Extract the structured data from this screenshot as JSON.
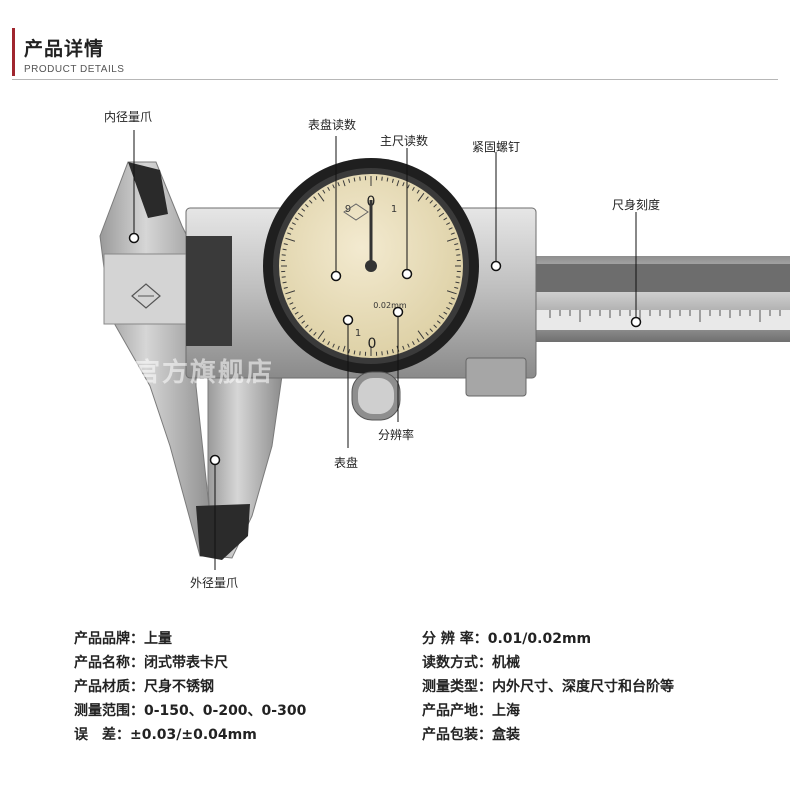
{
  "header": {
    "title": "产品详情",
    "subtitle": "PRODUCT DETAILS"
  },
  "watermark": {
    "text": "大虹官方旗舰店"
  },
  "dial": {
    "top_numbers": [
      "0",
      "9",
      "1"
    ],
    "label": "0.02mm",
    "bottom_numbers": [
      "1",
      "0"
    ]
  },
  "callouts": {
    "inner_jaw": "内径量爪",
    "dial_reading": "表盘读数",
    "main_scale_reading": "主尺读数",
    "lock_screw": "紧固螺钉",
    "beam_scale": "尺身刻度",
    "resolution": "分辨率",
    "dial": "表盘",
    "outer_jaw": "外径量爪"
  },
  "specs": {
    "left": [
      {
        "label": "产品品牌：",
        "value": "上量"
      },
      {
        "label": "产品名称：",
        "value": "闭式带表卡尺"
      },
      {
        "label": "产品材质：",
        "value": "尺身不锈钢"
      },
      {
        "label": "测量范围：",
        "value": "0-150、0-200、0-300"
      },
      {
        "label": "误　差：",
        "value": "±0.03/±0.04mm"
      }
    ],
    "right": [
      {
        "label": "分 辨 率：",
        "value": "0.01/0.02mm"
      },
      {
        "label": "读数方式：",
        "value": "机械"
      },
      {
        "label": "测量类型：",
        "value": "内外尺寸、深度尺寸和台阶等"
      },
      {
        "label": "产品产地：",
        "value": "上海"
      },
      {
        "label": "产品包装：",
        "value": "盒装"
      }
    ]
  },
  "colors": {
    "accent": "#a0262e",
    "dial_face": "#e8dcb4",
    "steel": "#c9c9c9"
  }
}
